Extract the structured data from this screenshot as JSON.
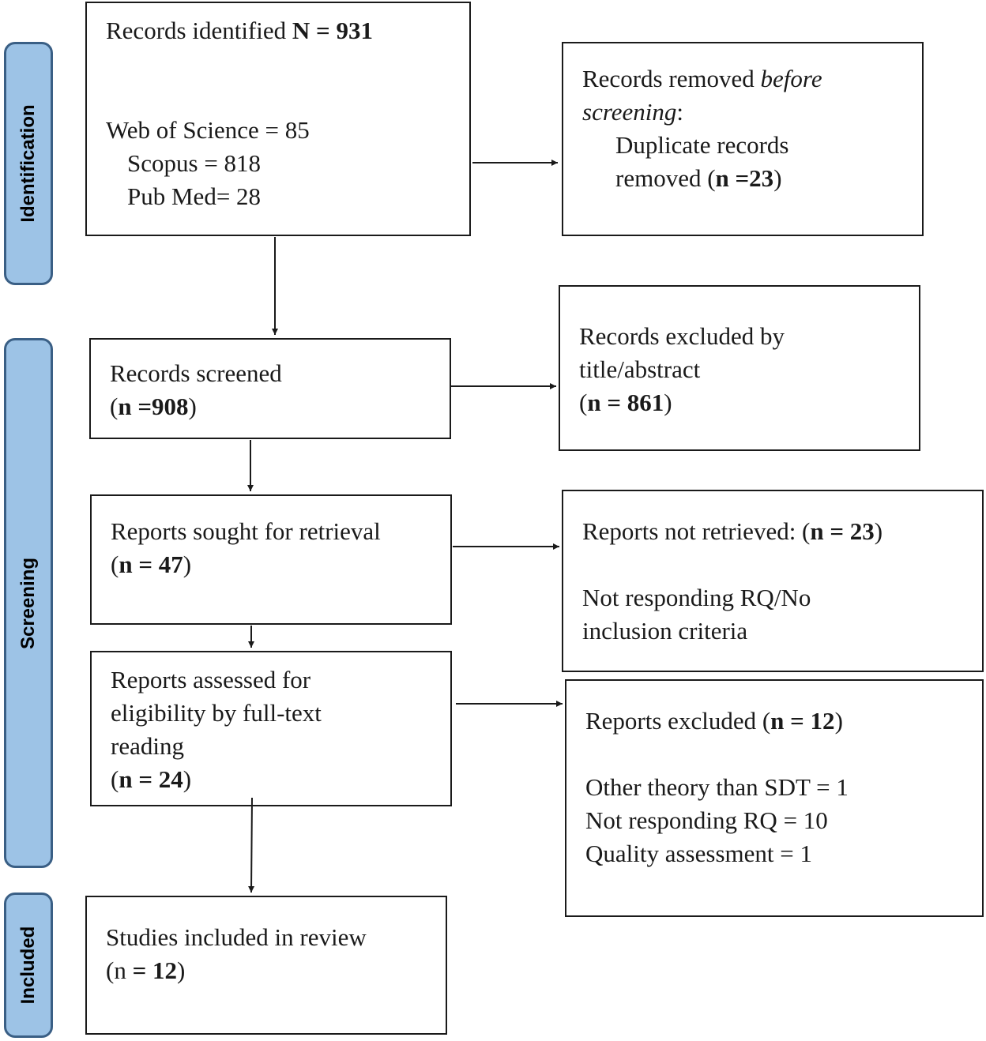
{
  "colors": {
    "phase_bg": "#9dc3e6",
    "phase_border": "#3a5f85",
    "line": "#1a1a1a"
  },
  "phases": {
    "identification": "Identification",
    "screening": "Screening",
    "included": "Included"
  },
  "identified": {
    "label": "Records identified ",
    "total": "N = 931",
    "wos": "Web of Science = 85",
    "scopus": "Scopus = 818",
    "pubmed": "Pub Med= 28"
  },
  "removed": {
    "label": "Records removed ",
    "label_italic": "before",
    "label_italic2": "screening",
    "colon": ":",
    "dup": "Duplicate records",
    "dup2": "removed (",
    "n": "n =23",
    "close": ")"
  },
  "screened": {
    "label": "Records screened",
    "open": "(",
    "n": "n =908",
    "close": ")"
  },
  "excluded_title": {
    "line1": "Records excluded by",
    "line2": "title/abstract",
    "open": "(",
    "n": "n = 861",
    "close": ")"
  },
  "sought": {
    "label": "Reports sought for retrieval",
    "open": "(",
    "n": "n = 47",
    "close": ")"
  },
  "not_retrieved": {
    "label": "Reports not retrieved: (",
    "n": "n = 23",
    "close": ")",
    "reason1": "Not responding RQ/No",
    "reason2": "inclusion criteria"
  },
  "assessed": {
    "line1": "Reports assessed for",
    "line2": "eligibility by full-text",
    "line3": "reading",
    "open": "(",
    "n": "n = 24",
    "close": ")"
  },
  "reports_excluded": {
    "label": "Reports excluded (",
    "n": "n = 12",
    "close": ")",
    "r1": "Other theory than SDT = 1",
    "r2": "Not responding RQ = 10",
    "r3": "Quality assessment = 1"
  },
  "included": {
    "label": "Studies included in review",
    "open": "(n ",
    "n": "= 12",
    "close": ")"
  }
}
